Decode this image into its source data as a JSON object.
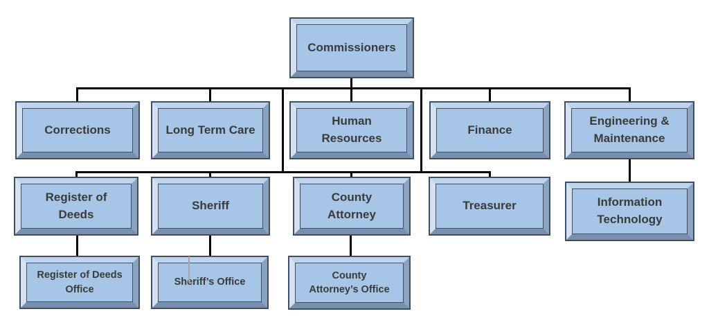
{
  "palette": {
    "fill": "#a7c6e7",
    "bevel_top": "#bed4ea",
    "bevel_left": "#d5e1f1",
    "bevel_right": "#8aa3c0",
    "bevel_bottom": "#7890ad",
    "outline": "#404e63",
    "text": "#3a3a3a",
    "connector": "#000000",
    "artifact": "#a2a5aa",
    "background": "#ffffff"
  },
  "nodes": {
    "commissioners": "Commissioners",
    "corrections": "Corrections",
    "long_term_care": "Long Term Care",
    "human_resources": "Human\nResources",
    "finance": "Finance",
    "engineering_maintenance": "Engineering &\nMaintenance",
    "register_of_deeds": "Register of\nDeeds",
    "sheriff": "Sheriff",
    "county_attorney": "County\nAttorney",
    "treasurer": "Treasurer",
    "information_technology": "Information\nTechnology",
    "register_of_deeds_office": "Register of Deeds\nOffice",
    "sheriffs_office": "Sheriff’s Office",
    "county_attorneys_office": "County\nAttorney’s Office"
  },
  "hierarchy": {
    "root": "Commissioners",
    "edges": [
      {
        "from": "Commissioners",
        "to": "Corrections"
      },
      {
        "from": "Commissioners",
        "to": "Long Term Care"
      },
      {
        "from": "Commissioners",
        "to": "Human Resources"
      },
      {
        "from": "Commissioners",
        "to": "Finance"
      },
      {
        "from": "Commissioners",
        "to": "Engineering & Maintenance"
      },
      {
        "from": "Commissioners",
        "to": "Register of Deeds"
      },
      {
        "from": "Commissioners",
        "to": "Sheriff"
      },
      {
        "from": "Commissioners",
        "to": "County Attorney"
      },
      {
        "from": "Commissioners",
        "to": "Treasurer"
      },
      {
        "from": "Engineering & Maintenance",
        "to": "Information Technology"
      },
      {
        "from": "Register of Deeds",
        "to": "Register of Deeds Office"
      },
      {
        "from": "Sheriff",
        "to": "Sheriff’s Office"
      },
      {
        "from": "County Attorney",
        "to": "County Attorney’s Office"
      }
    ],
    "rows": [
      [
        "Commissioners"
      ],
      [
        "Corrections",
        "Long Term Care",
        "Human Resources",
        "Finance",
        "Engineering & Maintenance"
      ],
      [
        "Register of Deeds",
        "Sheriff",
        "County Attorney",
        "Treasurer",
        "Information Technology"
      ],
      [
        "Register of Deeds Office",
        "Sheriff’s Office",
        "County Attorney’s Office"
      ]
    ]
  }
}
